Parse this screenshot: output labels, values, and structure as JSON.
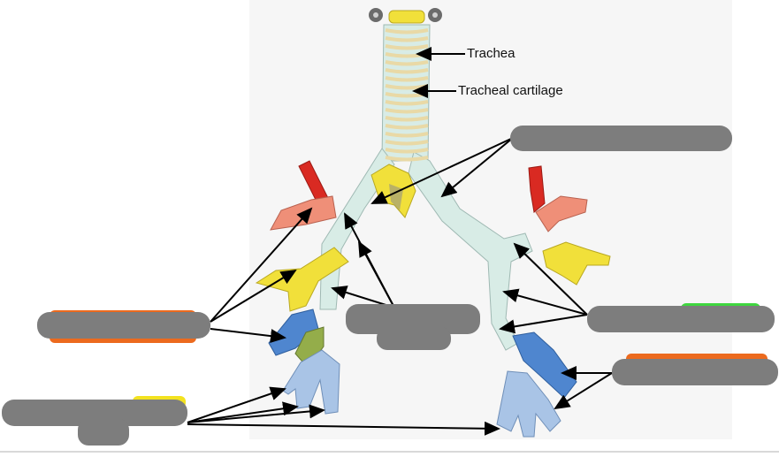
{
  "labels": {
    "trachea": "Trachea",
    "tracheal_cartilage": "Tracheal cartilage"
  },
  "colors": {
    "mask": "#7d7d7d",
    "airway": "#d8ece6",
    "cartilage": "#e9d9a6",
    "lobar_yellow": "#f1e03a",
    "artery_red": "#d92a22",
    "salmon": "#ef8f78",
    "segment_blue": "#4f86cf",
    "segment_light_blue": "#a9c4e6",
    "segment_green": "#94ad4a",
    "hidden_orange": "#ec6a1e",
    "hidden_green": "#3fd63f",
    "hidden_yellow": "#f3e21f"
  },
  "hidden_answer_boxes": 6
}
